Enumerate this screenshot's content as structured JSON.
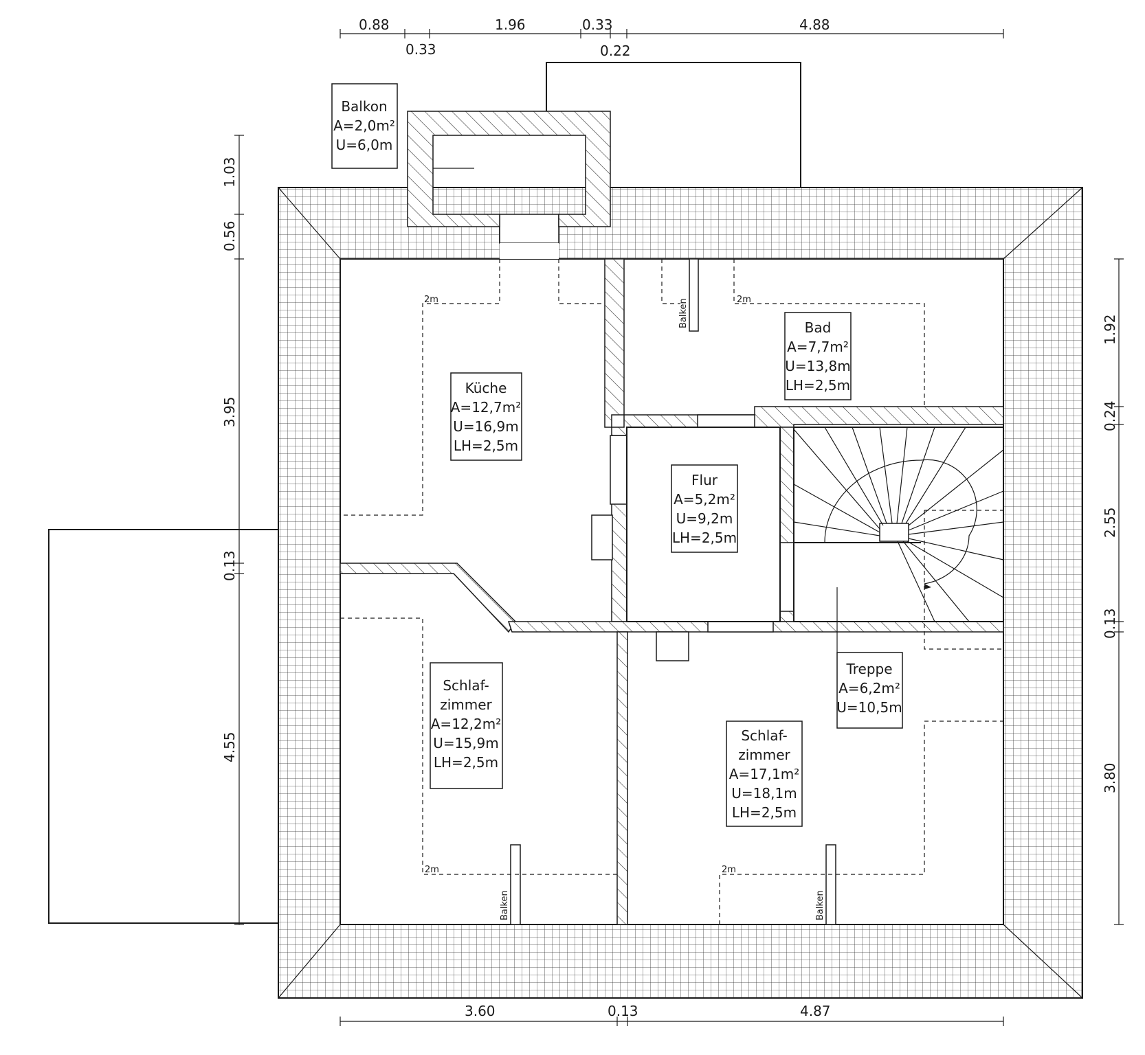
{
  "rooms": {
    "balkon": {
      "name": "Balkon",
      "area": "A=2,0m²",
      "perimeter": "U=6,0m"
    },
    "kueche": {
      "name": "Küche",
      "area": "A=12,7m²",
      "perimeter": "U=16,9m",
      "height": "LH=2,5m"
    },
    "bad": {
      "name": "Bad",
      "area": "A=7,7m²",
      "perimeter": "U=13,8m",
      "height": "LH=2,5m"
    },
    "flur": {
      "name": "Flur",
      "area": "A=5,2m²",
      "perimeter": "U=9,2m",
      "height": "LH=2,5m"
    },
    "treppe": {
      "name": "Treppe",
      "area": "A=6,2m²",
      "perimeter": "U=10,5m"
    },
    "schlaf1": {
      "name1": "Schlaf-",
      "name2": "zimmer",
      "area": "A=12,2m²",
      "perimeter": "U=15,9m",
      "height": "LH=2,5m"
    },
    "schlaf2": {
      "name1": "Schlaf-",
      "name2": "zimmer",
      "area": "A=17,1m²",
      "perimeter": "U=18,1m",
      "height": "LH=2,5m"
    }
  },
  "beam_label": "Balken",
  "height_line_label": "2m",
  "dimensions": {
    "top_row1": [
      "0.88",
      "1.96",
      "0.33",
      "4.88"
    ],
    "top_row2": [
      "0.33",
      "0.22"
    ],
    "bottom": [
      "3.60",
      "0.13",
      "4.87"
    ],
    "left": [
      "1.03",
      "0.56",
      "3.95",
      "0.13",
      "4.55"
    ],
    "right": [
      "1.92",
      "0.24",
      "2.55",
      "0.13",
      "3.80"
    ]
  }
}
